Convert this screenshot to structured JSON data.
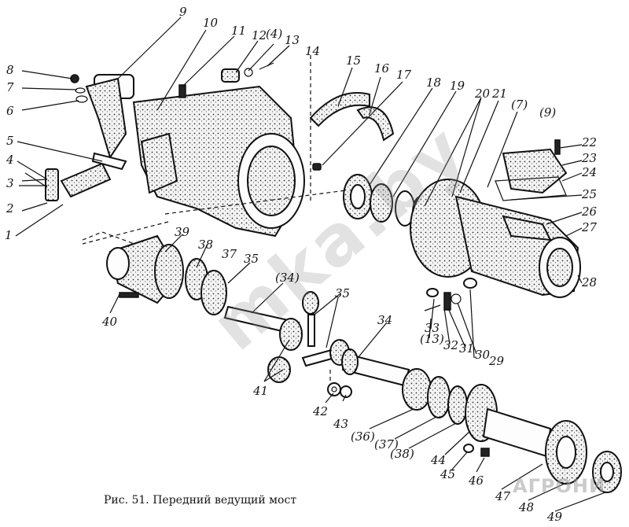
{
  "caption": "Рис. 51. Передний ведущий мост",
  "watermark": "mka.by",
  "logo": "АГРОНИ",
  "callouts": [
    {
      "id": "1",
      "text": "1"
    },
    {
      "id": "2",
      "text": "2"
    },
    {
      "id": "3",
      "text": "3"
    },
    {
      "id": "4",
      "text": "4"
    },
    {
      "id": "5",
      "text": "5"
    },
    {
      "id": "6",
      "text": "6"
    },
    {
      "id": "7",
      "text": "7"
    },
    {
      "id": "8",
      "text": "8"
    },
    {
      "id": "9",
      "text": "9"
    },
    {
      "id": "10",
      "text": "10"
    },
    {
      "id": "11",
      "text": "11"
    },
    {
      "id": "12",
      "text": "12"
    },
    {
      "id": "4b",
      "text": "(4)"
    },
    {
      "id": "13",
      "text": "13"
    },
    {
      "id": "14",
      "text": "14"
    },
    {
      "id": "15",
      "text": "15"
    },
    {
      "id": "16",
      "text": "16"
    },
    {
      "id": "17",
      "text": "17"
    },
    {
      "id": "18",
      "text": "18"
    },
    {
      "id": "19",
      "text": "19"
    },
    {
      "id": "20",
      "text": "20"
    },
    {
      "id": "21",
      "text": "21"
    },
    {
      "id": "7b",
      "text": "(7)"
    },
    {
      "id": "9b",
      "text": "(9)"
    },
    {
      "id": "22",
      "text": "22"
    },
    {
      "id": "23",
      "text": "23"
    },
    {
      "id": "24",
      "text": "24"
    },
    {
      "id": "25",
      "text": "25"
    },
    {
      "id": "26",
      "text": "26"
    },
    {
      "id": "27",
      "text": "27"
    },
    {
      "id": "28",
      "text": "28"
    },
    {
      "id": "29",
      "text": "29"
    },
    {
      "id": "30",
      "text": "30"
    },
    {
      "id": "31",
      "text": "31"
    },
    {
      "id": "32",
      "text": "32"
    },
    {
      "id": "13b",
      "text": "(13)"
    },
    {
      "id": "33",
      "text": "33"
    },
    {
      "id": "34",
      "text": "34"
    },
    {
      "id": "35",
      "text": "35"
    },
    {
      "id": "35b",
      "text": "35"
    },
    {
      "id": "34b",
      "text": "(34)"
    },
    {
      "id": "36",
      "text": "(36)"
    },
    {
      "id": "37",
      "text": "37"
    },
    {
      "id": "37b",
      "text": "(37)"
    },
    {
      "id": "38",
      "text": "38"
    },
    {
      "id": "38b",
      "text": "(38)"
    },
    {
      "id": "39",
      "text": "39"
    },
    {
      "id": "40",
      "text": "40"
    },
    {
      "id": "41",
      "text": "41"
    },
    {
      "id": "42",
      "text": "42"
    },
    {
      "id": "43",
      "text": "43"
    },
    {
      "id": "44",
      "text": "44"
    },
    {
      "id": "45",
      "text": "45"
    },
    {
      "id": "46",
      "text": "46"
    },
    {
      "id": "47",
      "text": "47"
    },
    {
      "id": "48",
      "text": "48"
    },
    {
      "id": "49",
      "text": "49"
    }
  ]
}
